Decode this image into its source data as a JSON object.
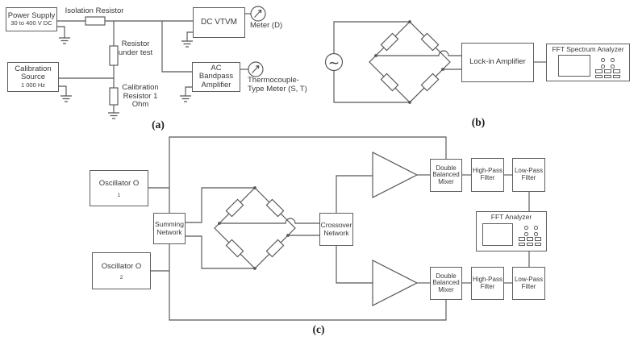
{
  "colors": {
    "line": "#565656",
    "box_border": "#5e5e5e",
    "text": "#383838",
    "caption": "#1c1c1c",
    "background": "#ffffff"
  },
  "captions": {
    "a": "(a)",
    "b": "(b)",
    "c": "(c)"
  },
  "panel_a": {
    "power_supply_line1": "Power Supply",
    "power_supply_line2": "30 to 400 V DC",
    "isolation_resistor": "Isolation Resistor",
    "resistor_under_test_line1": "Resistor",
    "resistor_under_test_line2": "under",
    "resistor_under_test_line3": "test",
    "calibration_source_line1": "Calibration",
    "calibration_source_line2": "Source",
    "calibration_source_line3": "1 000 Hz",
    "calibration_resistor_line1": "Calibration",
    "calibration_resistor_line2": "Resistor",
    "calibration_resistor_line3": "1 Ohm",
    "dc_vtvm": "DC VTVM",
    "meter_d": "Meter (D)",
    "ac_bandpass_line1": "AC Bandpass",
    "ac_bandpass_line2": "Amplifier",
    "thermocouple_line1": "Thermocouple-",
    "thermocouple_line2": "Type Meter (S, T)"
  },
  "panel_b": {
    "source_symbol": "~",
    "lock_in_amplifier": "Lock-in Amplifier",
    "fft_spectrum_analyzer": "FFT Spectrum Analyzer"
  },
  "panel_c": {
    "oscillator_1_label": "Oscillator O",
    "oscillator_1_sub": "1",
    "oscillator_2_label": "Oscillator O",
    "oscillator_2_sub": "2",
    "summing_line1": "Summing",
    "summing_line2": "Network",
    "crossover_line1": "Crossover",
    "crossover_line2": "Network",
    "mixer_line1": "Double",
    "mixer_line2": "Balanced",
    "mixer_line3": "Mixer",
    "hpf_line1": "High-Pass",
    "hpf_line2": "Filter",
    "lpf_line1": "Low-Pass",
    "lpf_line2": "Filter",
    "fft_analyzer": "FFT Analyzer"
  }
}
